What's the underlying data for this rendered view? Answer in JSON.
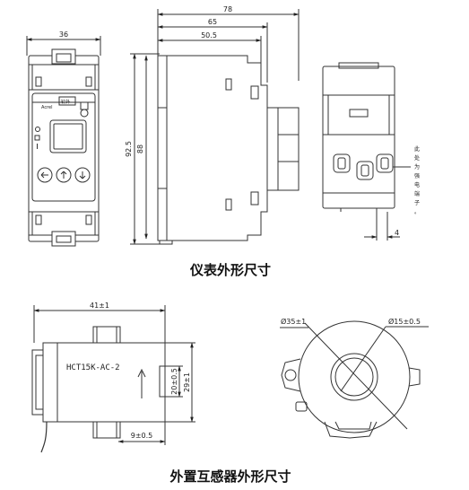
{
  "meter": {
    "dim_width": "36",
    "dim_total_depth": "78",
    "dim_depth": "65",
    "dim_front": "50.5",
    "dim_height_outer": "92.5",
    "dim_height_inner": "88",
    "dim_terminal": "4",
    "brand": "Acrel",
    "model_label": "钉外",
    "side_note": [
      "此",
      "处",
      "为",
      "强",
      "电",
      "端",
      "子",
      "。"
    ],
    "caption": "仪表外形尺寸"
  },
  "ct": {
    "dim_length": "41±1",
    "dim_offset": "9±0.5",
    "dim_h1": "20±0.5",
    "dim_h2": "29±1",
    "dim_outer_dia": "Ø35±1",
    "dim_inner_dia": "Ø15±0.5",
    "model": "HCT15K-AC-2",
    "caption": "外置互感器外形尺寸"
  }
}
